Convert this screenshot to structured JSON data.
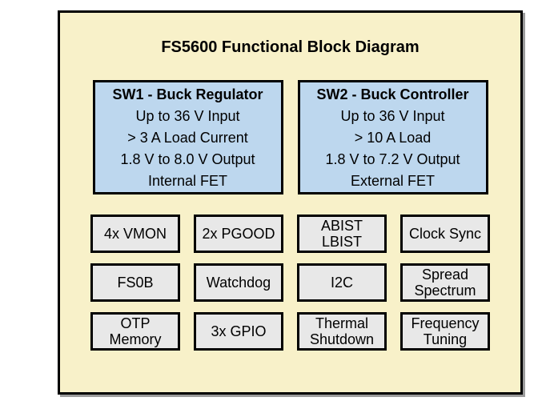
{
  "title": "FS5600 Functional Block Diagram",
  "colors": {
    "frame_fill": "#F8F1C9",
    "block_blue": "#BDD7EE",
    "block_gray": "#E8E8E8",
    "border": "#000000"
  },
  "sw_blocks": [
    {
      "heading": "SW1 - Buck Regulator",
      "lines": [
        "Up to 36 V Input",
        "> 3 A Load Current",
        "1.8 V to 8.0 V Output",
        "Internal FET"
      ]
    },
    {
      "heading": "SW2 - Buck Controller",
      "lines": [
        "Up to 36 V Input",
        "> 10 A Load",
        "1.8 V to 7.2 V Output",
        "External FET"
      ]
    }
  ],
  "features": [
    "4x VMON",
    "2x PGOOD",
    "ABIST\nLBIST",
    "Clock Sync",
    "FS0B",
    "Watchdog",
    "I2C",
    "Spread\nSpectrum",
    "OTP\nMemory",
    "3x GPIO",
    "Thermal\nShutdown",
    "Frequency\nTuning"
  ]
}
